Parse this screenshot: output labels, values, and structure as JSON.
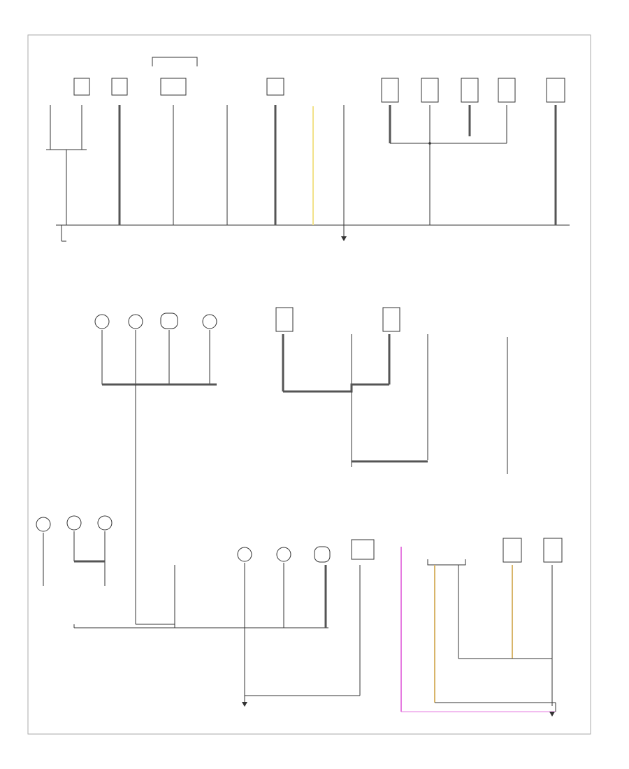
{
  "diagram": {
    "footer": "",
    "colors": {
      "wire": "#333333",
      "thick_wire": "#555555",
      "yellow_wire": "#f2e28a",
      "pink_wire": "#e57be0",
      "tan_wire": "#d8b56a",
      "border": "#aaaaaa"
    },
    "components": [
      {
        "id": "c01",
        "label": ""
      },
      {
        "id": "c02",
        "label": ""
      },
      {
        "id": "c03",
        "label": ""
      },
      {
        "id": "c04",
        "label": ""
      },
      {
        "id": "c05",
        "label": ""
      },
      {
        "id": "c06",
        "label": ""
      },
      {
        "id": "c07",
        "label": ""
      },
      {
        "id": "c08",
        "label": ""
      },
      {
        "id": "c09",
        "label": ""
      },
      {
        "id": "c10",
        "label": ""
      },
      {
        "id": "c11",
        "label": ""
      },
      {
        "id": "c12",
        "label": ""
      },
      {
        "id": "c13",
        "label": ""
      },
      {
        "id": "c14",
        "label": ""
      },
      {
        "id": "c15",
        "label": ""
      },
      {
        "id": "c16",
        "label": ""
      },
      {
        "id": "c17",
        "label": ""
      },
      {
        "id": "c18",
        "label": ""
      },
      {
        "id": "c19",
        "label": ""
      },
      {
        "id": "c20",
        "label": ""
      },
      {
        "id": "c21",
        "label": ""
      },
      {
        "id": "c22",
        "label": ""
      },
      {
        "id": "c23",
        "label": ""
      },
      {
        "id": "c24",
        "label": ""
      },
      {
        "id": "c25",
        "label": ""
      },
      {
        "id": "c26",
        "label": ""
      },
      {
        "id": "c27",
        "label": ""
      },
      {
        "id": "c28",
        "label": ""
      },
      {
        "id": "c29",
        "label": ""
      },
      {
        "id": "c30",
        "label": ""
      },
      {
        "id": "c31",
        "label": ""
      },
      {
        "id": "c32",
        "label": ""
      },
      {
        "id": "c33",
        "label": ""
      }
    ],
    "grounds": [
      {
        "id": "g1",
        "label": ""
      },
      {
        "id": "g2",
        "label": ""
      },
      {
        "id": "g3",
        "label": ""
      },
      {
        "id": "g4",
        "label": ""
      },
      {
        "id": "g5",
        "label": ""
      }
    ]
  }
}
